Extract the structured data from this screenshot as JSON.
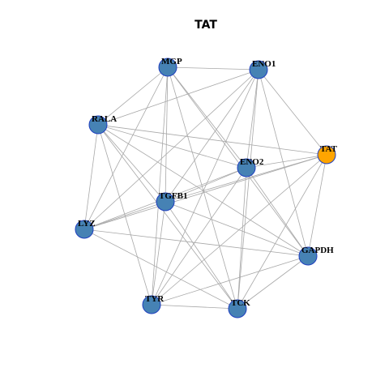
{
  "graph": {
    "title": "TAT",
    "colors": {
      "default_node": "#4682b4",
      "highlight_node": "#ffa500",
      "node_border": "#1f3fbf",
      "edge": "#a8a8a8"
    },
    "nodes": [
      {
        "id": "MGP",
        "label": "MGP",
        "highlight": false
      },
      {
        "id": "ENO1",
        "label": "ENO1",
        "highlight": false
      },
      {
        "id": "RALA",
        "label": "RALA",
        "highlight": false
      },
      {
        "id": "TAT",
        "label": "TAT",
        "highlight": true
      },
      {
        "id": "ENO2",
        "label": "ENO2",
        "highlight": false
      },
      {
        "id": "TGFB1",
        "label": "TGFB1",
        "highlight": false
      },
      {
        "id": "LYZ",
        "label": "LYZ",
        "highlight": false
      },
      {
        "id": "GAPDH",
        "label": "GAPDH",
        "highlight": false
      },
      {
        "id": "TYR",
        "label": "TYR",
        "highlight": false
      },
      {
        "id": "TCK",
        "label": "TCK",
        "highlight": false
      }
    ],
    "edges": [
      [
        "MGP",
        "ENO1"
      ],
      [
        "MGP",
        "RALA"
      ],
      [
        "MGP",
        "TGFB1"
      ],
      [
        "MGP",
        "ENO2"
      ],
      [
        "MGP",
        "LYZ"
      ],
      [
        "MGP",
        "TYR"
      ],
      [
        "MGP",
        "TCK"
      ],
      [
        "MGP",
        "GAPDH"
      ],
      [
        "ENO1",
        "RALA"
      ],
      [
        "ENO1",
        "TAT"
      ],
      [
        "ENO1",
        "ENO2"
      ],
      [
        "ENO1",
        "TGFB1"
      ],
      [
        "ENO1",
        "LYZ"
      ],
      [
        "ENO1",
        "GAPDH"
      ],
      [
        "ENO1",
        "TYR"
      ],
      [
        "ENO1",
        "TCK"
      ],
      [
        "RALA",
        "TAT"
      ],
      [
        "RALA",
        "ENO2"
      ],
      [
        "RALA",
        "TGFB1"
      ],
      [
        "RALA",
        "LYZ"
      ],
      [
        "RALA",
        "GAPDH"
      ],
      [
        "RALA",
        "TYR"
      ],
      [
        "RALA",
        "TCK"
      ],
      [
        "TAT",
        "ENO2"
      ],
      [
        "TAT",
        "TGFB1"
      ],
      [
        "TAT",
        "LYZ"
      ],
      [
        "TAT",
        "GAPDH"
      ],
      [
        "TAT",
        "TYR"
      ],
      [
        "TAT",
        "TCK"
      ],
      [
        "ENO2",
        "TGFB1"
      ],
      [
        "ENO2",
        "LYZ"
      ],
      [
        "ENO2",
        "GAPDH"
      ],
      [
        "ENO2",
        "TYR"
      ],
      [
        "ENO2",
        "TCK"
      ],
      [
        "TGFB1",
        "LYZ"
      ],
      [
        "TGFB1",
        "GAPDH"
      ],
      [
        "TGFB1",
        "TYR"
      ],
      [
        "TGFB1",
        "TCK"
      ],
      [
        "LYZ",
        "GAPDH"
      ],
      [
        "LYZ",
        "TCK"
      ],
      [
        "GAPDH",
        "TYR"
      ],
      [
        "GAPDH",
        "TCK"
      ],
      [
        "TYR",
        "TCK"
      ]
    ]
  }
}
